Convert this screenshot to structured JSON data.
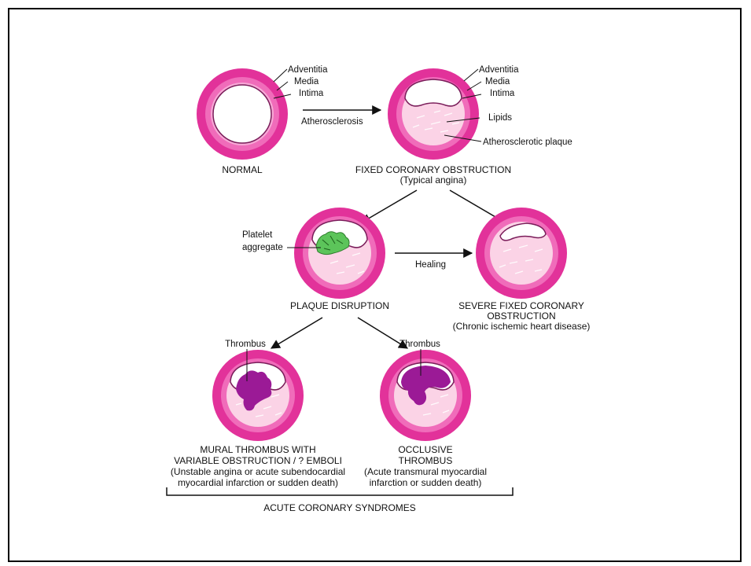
{
  "layers": {
    "adventitia": "Adventitia",
    "media": "Media",
    "intima": "Intima",
    "lipids": "Lipids",
    "plaque": "Atherosclerotic plaque"
  },
  "arrows": {
    "atherosclerosis": "Atherosclerosis",
    "healing": "Healing"
  },
  "callouts": {
    "platelet_line1": "Platelet",
    "platelet_line2": "aggregate",
    "thrombus_left": "Thrombus",
    "thrombus_right": "Thrombus"
  },
  "stages": {
    "normal": "NORMAL",
    "fixed_title": "FIXED CORONARY OBSTRUCTION",
    "fixed_sub": "(Typical angina)",
    "disruption": "PLAQUE DISRUPTION",
    "severe_line1": "SEVERE FIXED CORONARY",
    "severe_line2": "OBSTRUCTION",
    "severe_sub": "(Chronic ischemic heart disease)",
    "mural_line1": "MURAL THROMBUS WITH",
    "mural_line2": "VARIABLE OBSTRUCTION / ? EMBOLI",
    "mural_sub1": "(Unstable angina or acute subendocardial",
    "mural_sub2": "myocardial infarction or sudden death)",
    "occl_line1": "OCCLUSIVE",
    "occl_line2": "THROMBUS",
    "occl_sub1": "(Acute transmural myocardial",
    "occl_sub2": "infarction or sudden death)"
  },
  "group_label": "ACUTE CORONARY SYNDROMES",
  "colors": {
    "outer": "#e2329a",
    "media": "#f06cba",
    "intima": "#f7a8d6",
    "plaque": "#fbd3e6",
    "thrombus": "#9b1a96",
    "platelet": "#5cc45a"
  }
}
